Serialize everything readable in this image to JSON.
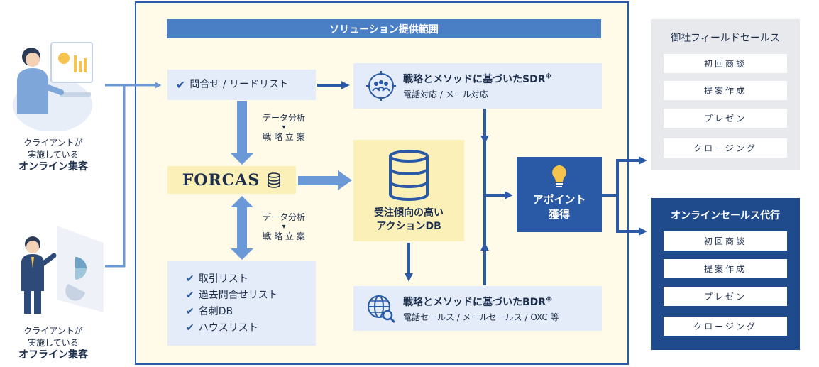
{
  "scope_title": "ソリューション提供範囲",
  "clients": {
    "online": {
      "line1": "クライアントが",
      "line2": "実施している",
      "line3": "オンライン集客"
    },
    "offline": {
      "line1": "クライアントが",
      "line2": "実施している",
      "line3": "オフライン集客"
    }
  },
  "inquiry_label": "問合せ / リードリスト",
  "analysis_top": {
    "line1": "データ分析",
    "line2": "戦 略 立 案"
  },
  "analysis_bottom": {
    "line1": "データ分析",
    "line2": "戦 略 立 案"
  },
  "forcas_label": "FORCAS",
  "lists": [
    "取引リスト",
    "過去問合せリスト",
    "名刺DB",
    "ハウスリスト"
  ],
  "sdr": {
    "title": "戦略とメソッドに基づいたSDR",
    "mark": "※",
    "subtitle": "電話対応 / メール対応"
  },
  "bdr": {
    "title": "戦略とメソッドに基づいたBDR",
    "mark": "※",
    "subtitle": "電話セールス / メールセールス / OXC 等"
  },
  "action_db": {
    "line1": "受注傾向の高い",
    "line2": "アクションDB"
  },
  "appointment": {
    "line1": "アポイント",
    "line2": "獲得"
  },
  "field_sales": {
    "title": "御社フィールドセールス",
    "items": [
      "初回商談",
      "提案作成",
      "プレゼン",
      "クロージング"
    ]
  },
  "online_agency": {
    "title": "オンラインセールス代行",
    "items": [
      "初回商談",
      "提案作成",
      "プレゼン",
      "クロージング"
    ]
  },
  "colors": {
    "primary": "#2a5aa5",
    "accent_bar": "#4a7fc6",
    "arrow": "#6b98d6",
    "frame_bg": "#fffbe8",
    "yellow": "#fbf0b8",
    "light_blue": "#e3ecf8",
    "navy": "#1f4a8c",
    "gray": "#e7e9ec"
  }
}
